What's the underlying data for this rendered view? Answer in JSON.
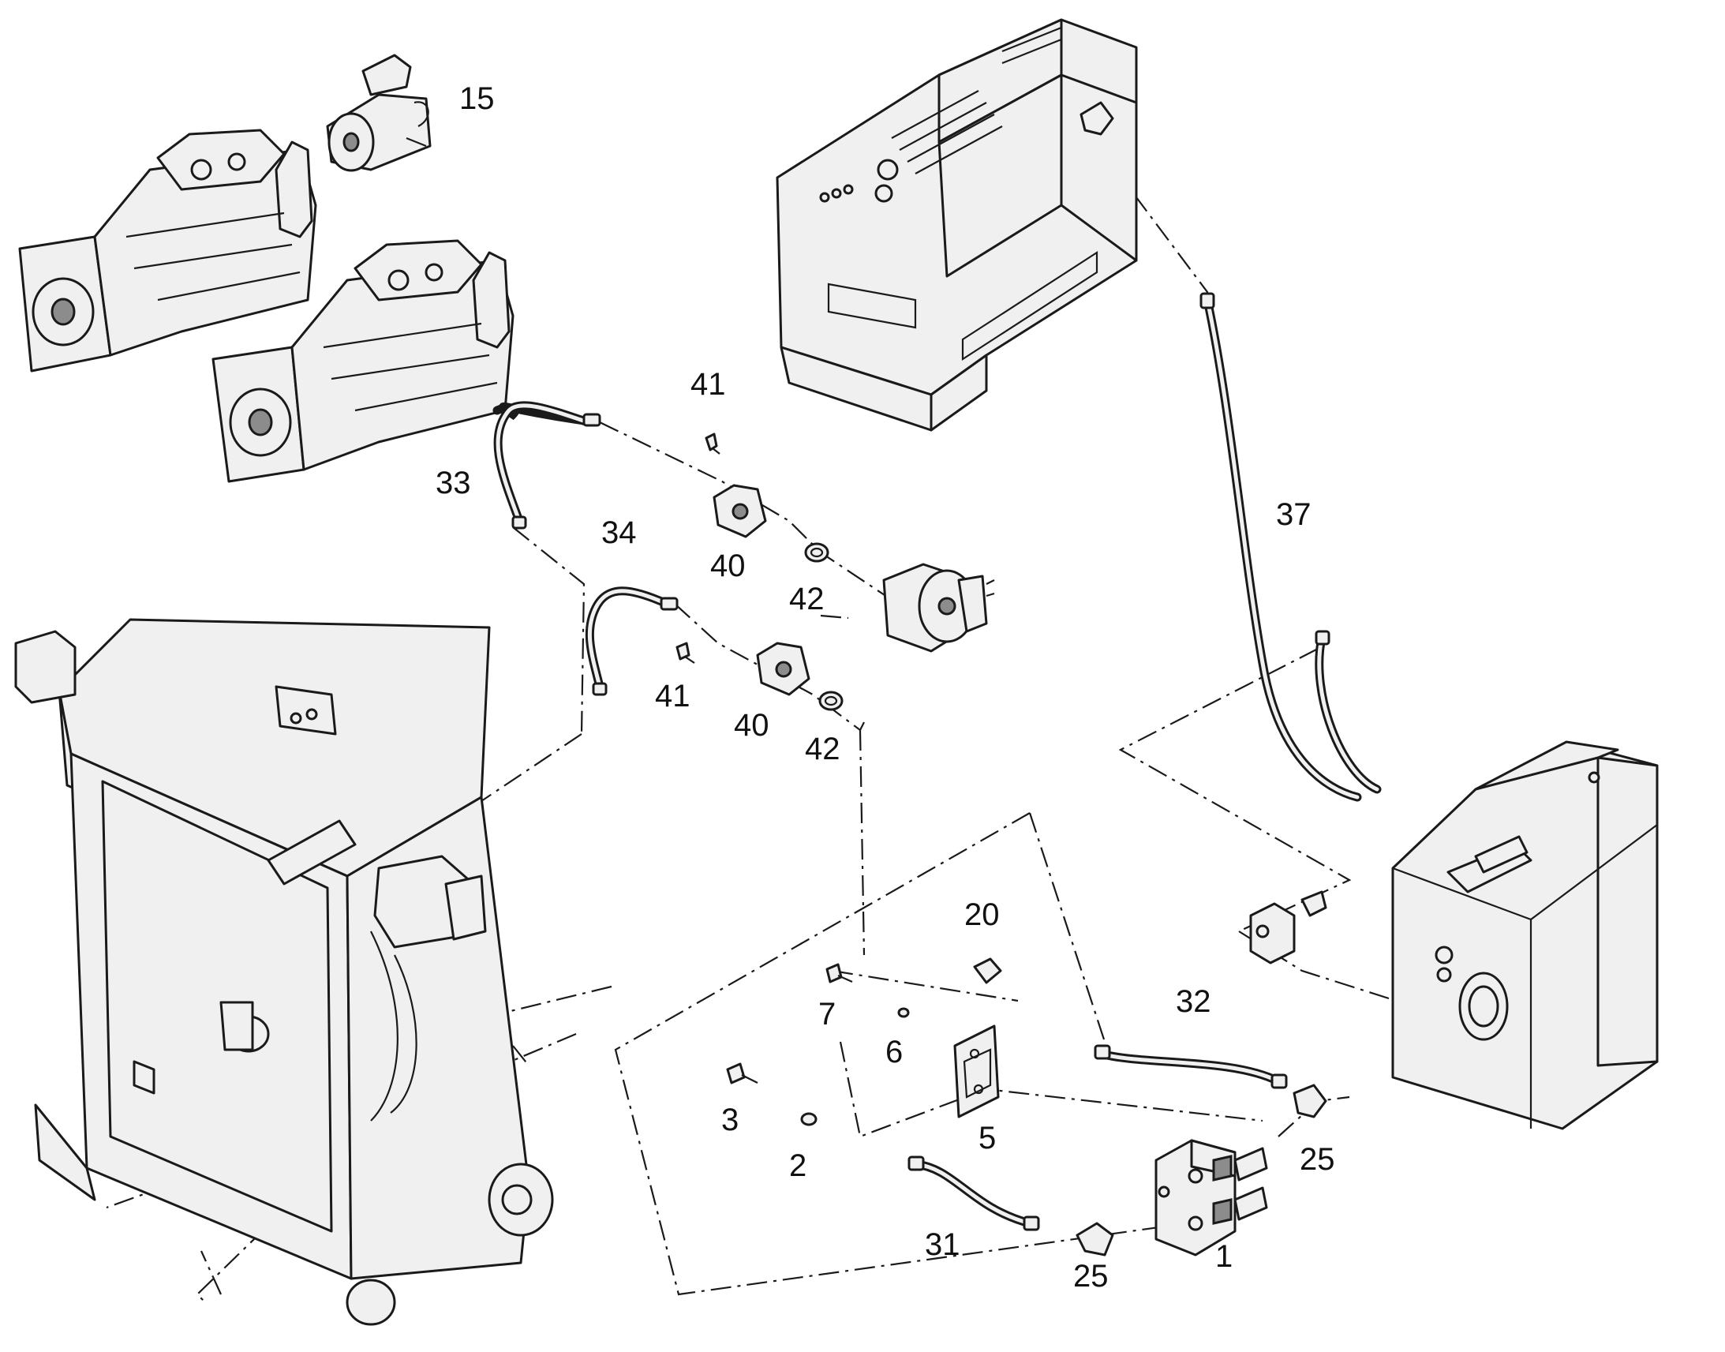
{
  "callouts": {
    "c1": "1",
    "c2": "2",
    "c3": "3",
    "c5": "5",
    "c6": "6",
    "c7": "7",
    "c15": "15",
    "c20": "20",
    "c25a": "25",
    "c25b": "25",
    "c31": "31",
    "c32": "32",
    "c33": "33",
    "c34": "34",
    "c37": "37",
    "c40a": "40",
    "c40b": "40",
    "c41a": "41",
    "c41b": "41",
    "c42a": "42",
    "c42b": "42"
  }
}
